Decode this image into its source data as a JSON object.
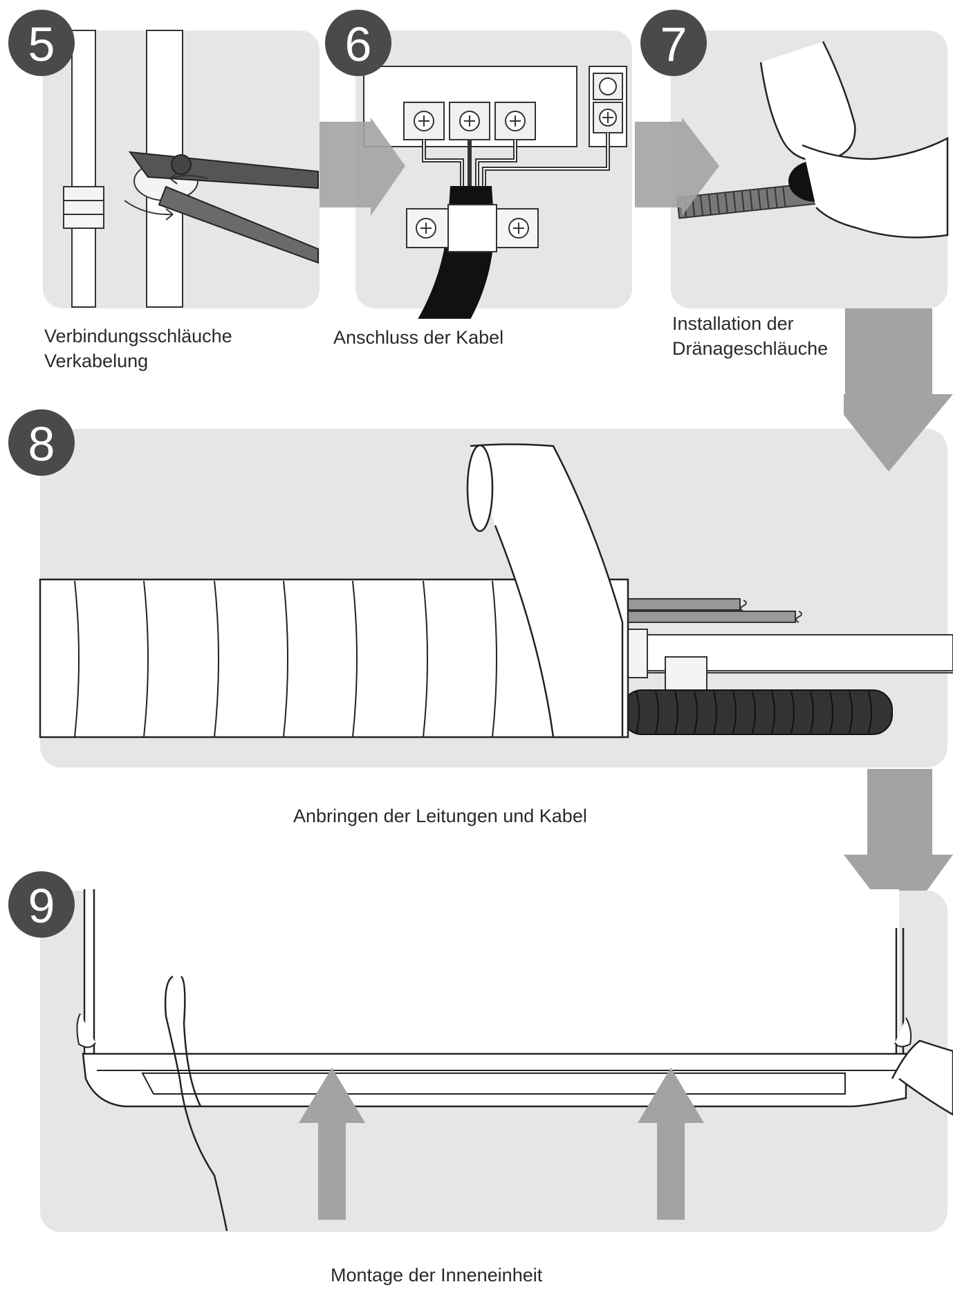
{
  "steps": [
    {
      "number": "5",
      "captions": [
        "Verbindungsschläuche",
        "Verkabelung"
      ]
    },
    {
      "number": "6",
      "captions": [
        "Anschluss der Kabel"
      ]
    },
    {
      "number": "7",
      "captions": [
        "Installation der",
        "Dränageschläuche"
      ]
    },
    {
      "number": "8",
      "captions": [
        "Anbringen der Leitungen und Kabel"
      ]
    },
    {
      "number": "9",
      "captions": [
        "Montage der Inneneinheit"
      ]
    }
  ],
  "colors": {
    "panel": "#e6e6e8",
    "badge": "#4a4a4a",
    "arrow": "#a3a3a3",
    "line": "#222222"
  }
}
